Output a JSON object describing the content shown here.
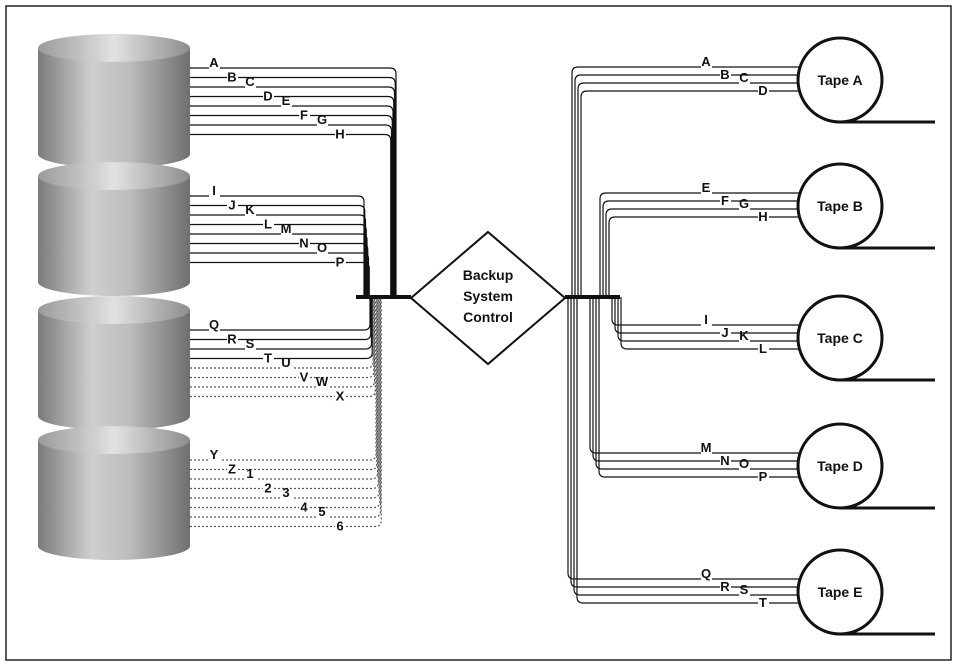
{
  "control": {
    "lines": [
      "Backup",
      "System",
      "Control"
    ]
  },
  "disks": [
    {
      "streams": [
        {
          "label": "A",
          "active": true
        },
        {
          "label": "B",
          "active": true
        },
        {
          "label": "C",
          "active": true
        },
        {
          "label": "D",
          "active": true
        },
        {
          "label": "E",
          "active": true
        },
        {
          "label": "F",
          "active": true
        },
        {
          "label": "G",
          "active": true
        },
        {
          "label": "H",
          "active": true
        }
      ]
    },
    {
      "streams": [
        {
          "label": "I",
          "active": true
        },
        {
          "label": "J",
          "active": true
        },
        {
          "label": "K",
          "active": true
        },
        {
          "label": "L",
          "active": true
        },
        {
          "label": "M",
          "active": true
        },
        {
          "label": "N",
          "active": true
        },
        {
          "label": "O",
          "active": true
        },
        {
          "label": "P",
          "active": true
        }
      ]
    },
    {
      "streams": [
        {
          "label": "Q",
          "active": true
        },
        {
          "label": "R",
          "active": true
        },
        {
          "label": "S",
          "active": true
        },
        {
          "label": "T",
          "active": true
        },
        {
          "label": "U",
          "active": false
        },
        {
          "label": "V",
          "active": false
        },
        {
          "label": "W",
          "active": false
        },
        {
          "label": "X",
          "active": false
        }
      ]
    },
    {
      "streams": [
        {
          "label": "Y",
          "active": false
        },
        {
          "label": "Z",
          "active": false
        },
        {
          "label": "1",
          "active": false
        },
        {
          "label": "2",
          "active": false
        },
        {
          "label": "3",
          "active": false
        },
        {
          "label": "4",
          "active": false
        },
        {
          "label": "5",
          "active": false
        },
        {
          "label": "6",
          "active": false
        }
      ]
    }
  ],
  "tapes": [
    {
      "name": "Tape A",
      "streams": [
        "A",
        "B",
        "C",
        "D"
      ]
    },
    {
      "name": "Tape B",
      "streams": [
        "E",
        "F",
        "G",
        "H"
      ]
    },
    {
      "name": "Tape C",
      "streams": [
        "I",
        "J",
        "K",
        "L"
      ]
    },
    {
      "name": "Tape D",
      "streams": [
        "M",
        "N",
        "O",
        "P"
      ]
    },
    {
      "name": "Tape E",
      "streams": [
        "Q",
        "R",
        "S",
        "T"
      ]
    }
  ],
  "colors": {
    "line": "#111111",
    "inactive_line": "#555555",
    "disk_light": "#d8d8d8",
    "disk_dark": "#6a6a6a"
  }
}
